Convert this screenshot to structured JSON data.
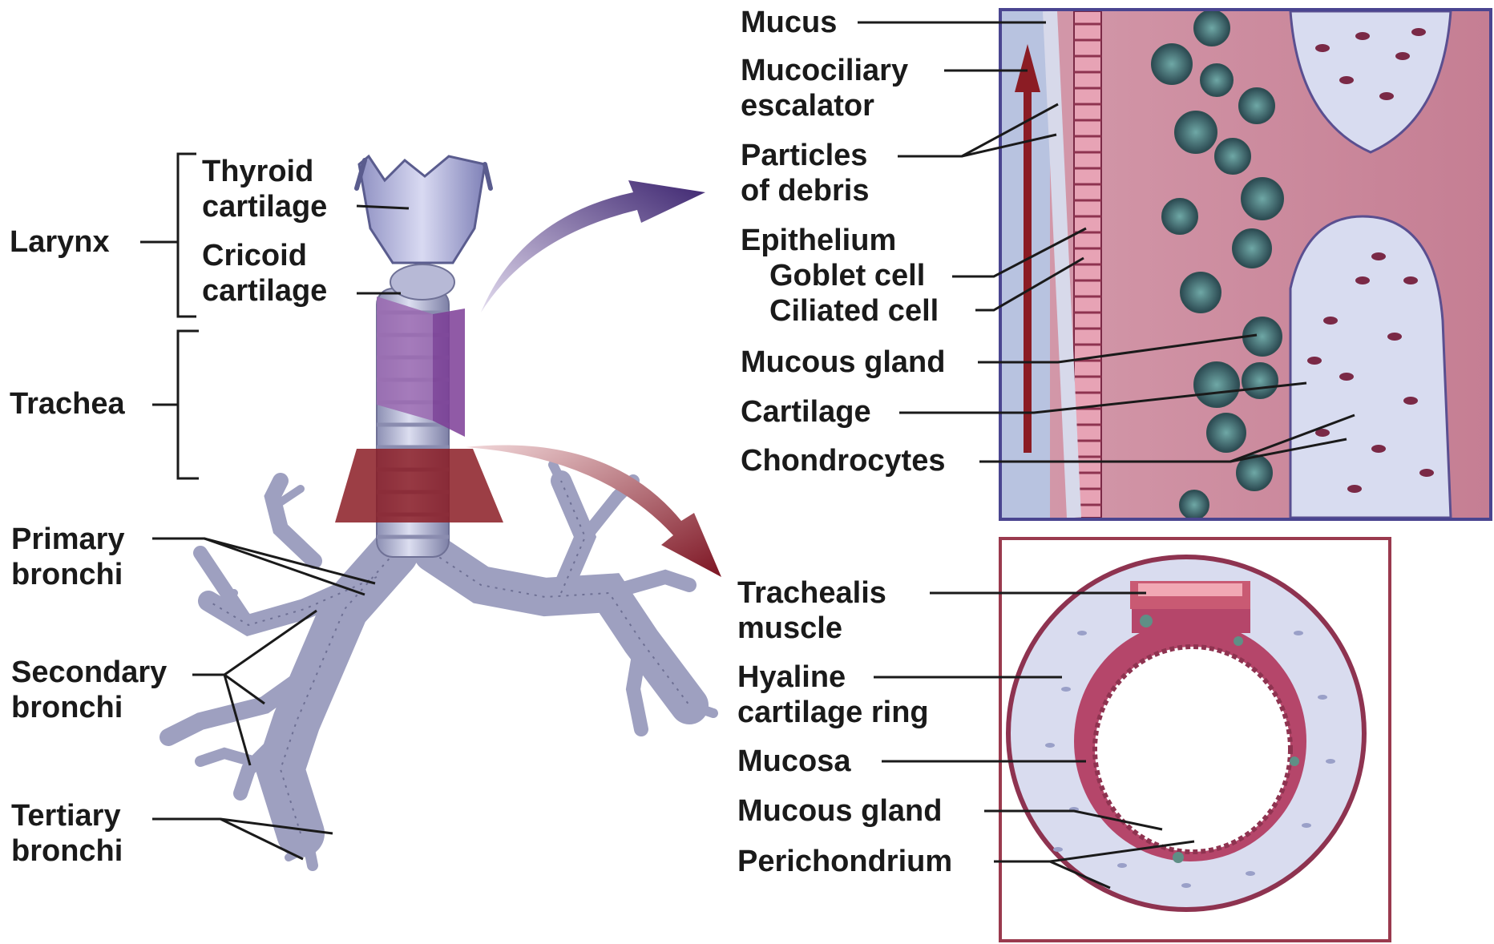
{
  "left_labels": {
    "larynx": "Larynx",
    "thyroid_1": "Thyroid",
    "thyroid_2": "cartilage",
    "cricoid_1": "Cricoid",
    "cricoid_2": "cartilage",
    "trachea": "Trachea",
    "primary_1": "Primary",
    "primary_2": "bronchi",
    "secondary_1": "Secondary",
    "secondary_2": "bronchi",
    "tertiary_1": "Tertiary",
    "tertiary_2": "bronchi"
  },
  "epithelium_panel": {
    "mucus": "Mucus",
    "escalator_1": "Mucociliary",
    "escalator_2": "escalator",
    "debris_1": "Particles",
    "debris_2": "of debris",
    "epithelium": "Epithelium",
    "goblet": "Goblet cell",
    "ciliated": "Ciliated cell",
    "mucous_gland": "Mucous gland",
    "cartilage": "Cartilage",
    "chondrocytes": "Chondrocytes"
  },
  "cross_section_panel": {
    "trachealis_1": "Trachealis",
    "trachealis_2": "muscle",
    "hyaline_1": "Hyaline",
    "hyaline_2": "cartilage ring",
    "mucosa": "Mucosa",
    "mucous_gland": "Mucous gland",
    "perichondrium": "Perichondrium"
  },
  "colors": {
    "cartilage": "#c7c9e6",
    "tissue": "#c98a9c",
    "panel_border_top": "#4a4590",
    "panel_border_bottom": "#9a3a4e",
    "arrow_purple": "#4a2a7a",
    "arrow_red": "#8a1c2a"
  }
}
